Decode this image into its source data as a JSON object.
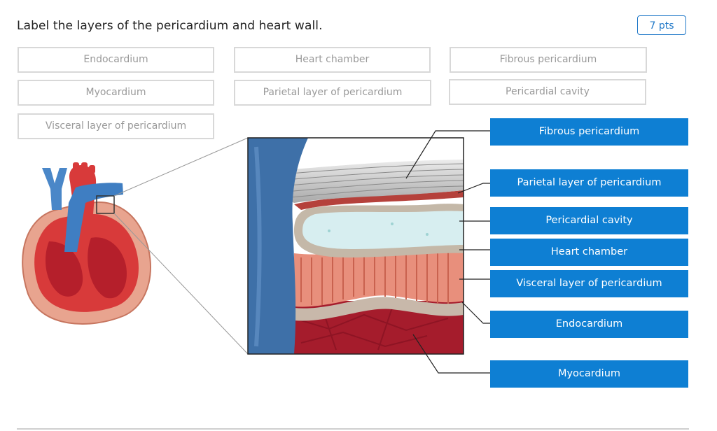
{
  "question": {
    "text": "Label the layers of the pericardium and heart wall.",
    "points": "7 pts"
  },
  "word_bank": [
    "Endocardium",
    "Heart chamber",
    "Fibrous pericardium",
    "Myocardium",
    "Parietal layer of pericardium",
    "Pericardial cavity",
    "Visceral layer of pericardium"
  ],
  "answer_slots": [
    "Fibrous pericardium",
    "Parietal layer of pericardium",
    "Pericardial cavity",
    "Heart chamber",
    "Visceral layer of pericardium",
    "Endocardium",
    "Myocardium"
  ],
  "colors": {
    "accent": "#0e7fd3",
    "bank_border": "#d8d8d8",
    "bank_text": "#9a9a9a"
  }
}
